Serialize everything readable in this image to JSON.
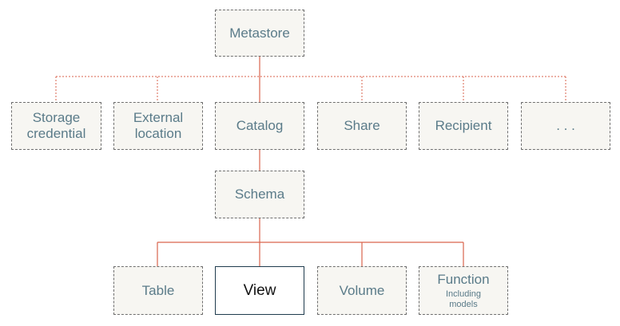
{
  "colors": {
    "connector": "#d9634c",
    "box_fill": "#f7f6f2",
    "box_border": "#6f6f6f",
    "box_text": "#5a7b89",
    "selected_border": "#1f3b4d",
    "selected_text": "#111111"
  },
  "nodes": {
    "metastore": {
      "label": "Metastore"
    },
    "storage_credential": {
      "line1": "Storage",
      "line2": "credential"
    },
    "external_location": {
      "line1": "External",
      "line2": "location"
    },
    "catalog": {
      "label": "Catalog"
    },
    "share": {
      "label": "Share"
    },
    "recipient": {
      "label": "Recipient"
    },
    "more": {
      "label": ". . ."
    },
    "schema": {
      "label": "Schema"
    },
    "table": {
      "label": "Table"
    },
    "view": {
      "label": "View"
    },
    "volume": {
      "label": "Volume"
    },
    "function": {
      "label": "Function",
      "sub1": "Including",
      "sub2": "models"
    }
  }
}
